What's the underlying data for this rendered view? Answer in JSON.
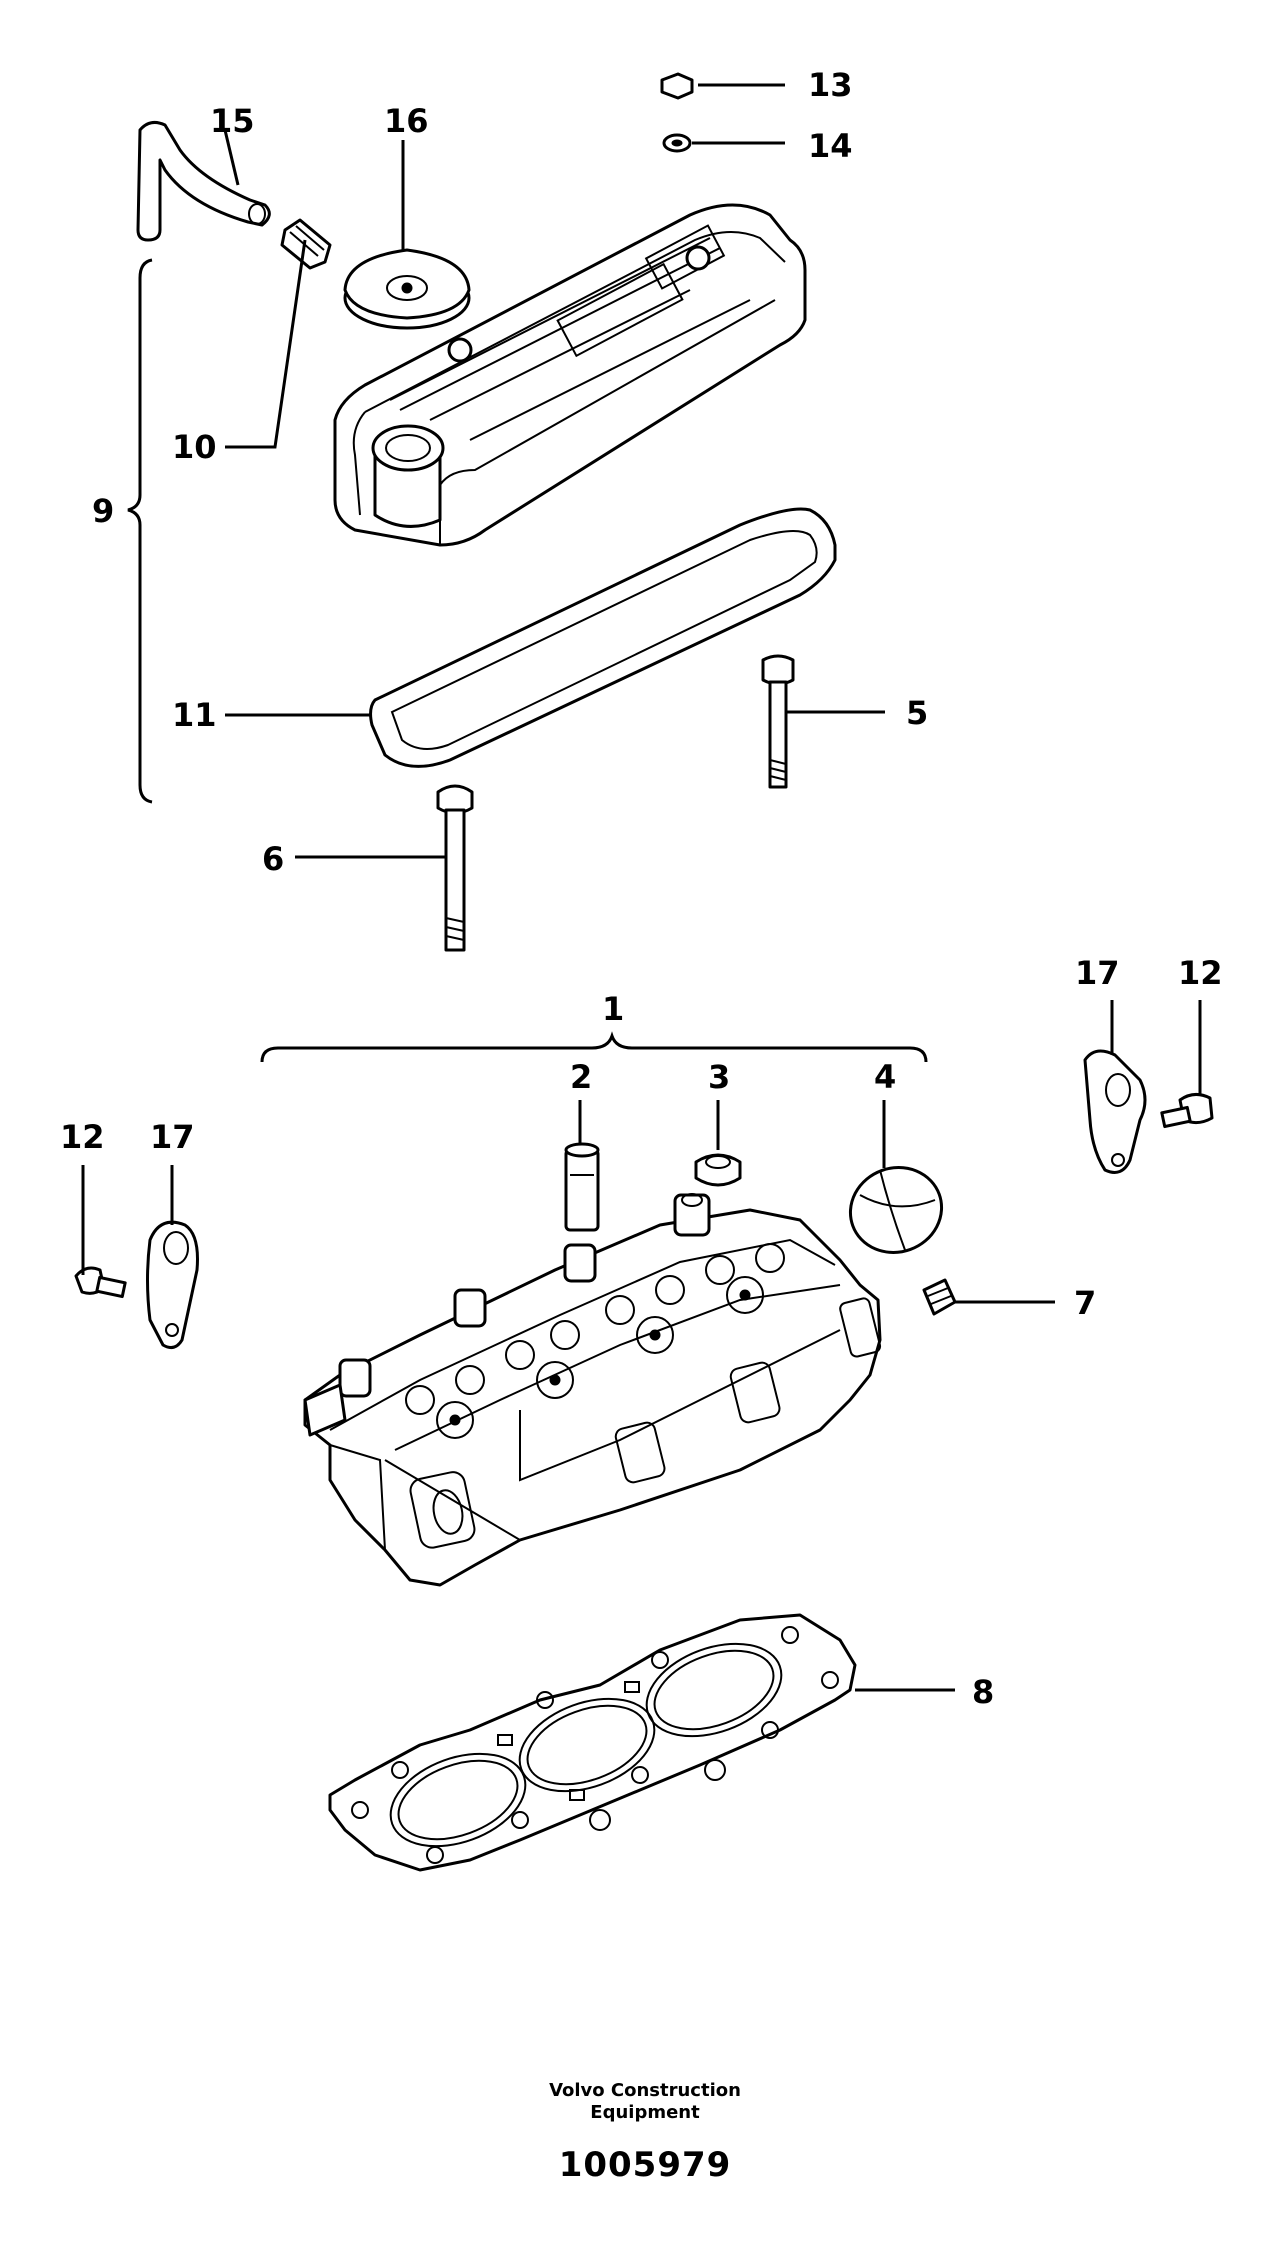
{
  "labels": {
    "p1": "1",
    "p2": "2",
    "p3": "3",
    "p4": "4",
    "p5": "5",
    "p6": "6",
    "p7": "7",
    "p8": "8",
    "p9": "9",
    "p10": "10",
    "p11": "11",
    "p12a": "12",
    "p12b": "12",
    "p13": "13",
    "p14": "14",
    "p15": "15",
    "p16": "16",
    "p17a": "17",
    "p17b": "17"
  },
  "footer": {
    "brand_line1": "Volvo Construction",
    "brand_line2": "Equipment",
    "doc_number": "1005979"
  }
}
